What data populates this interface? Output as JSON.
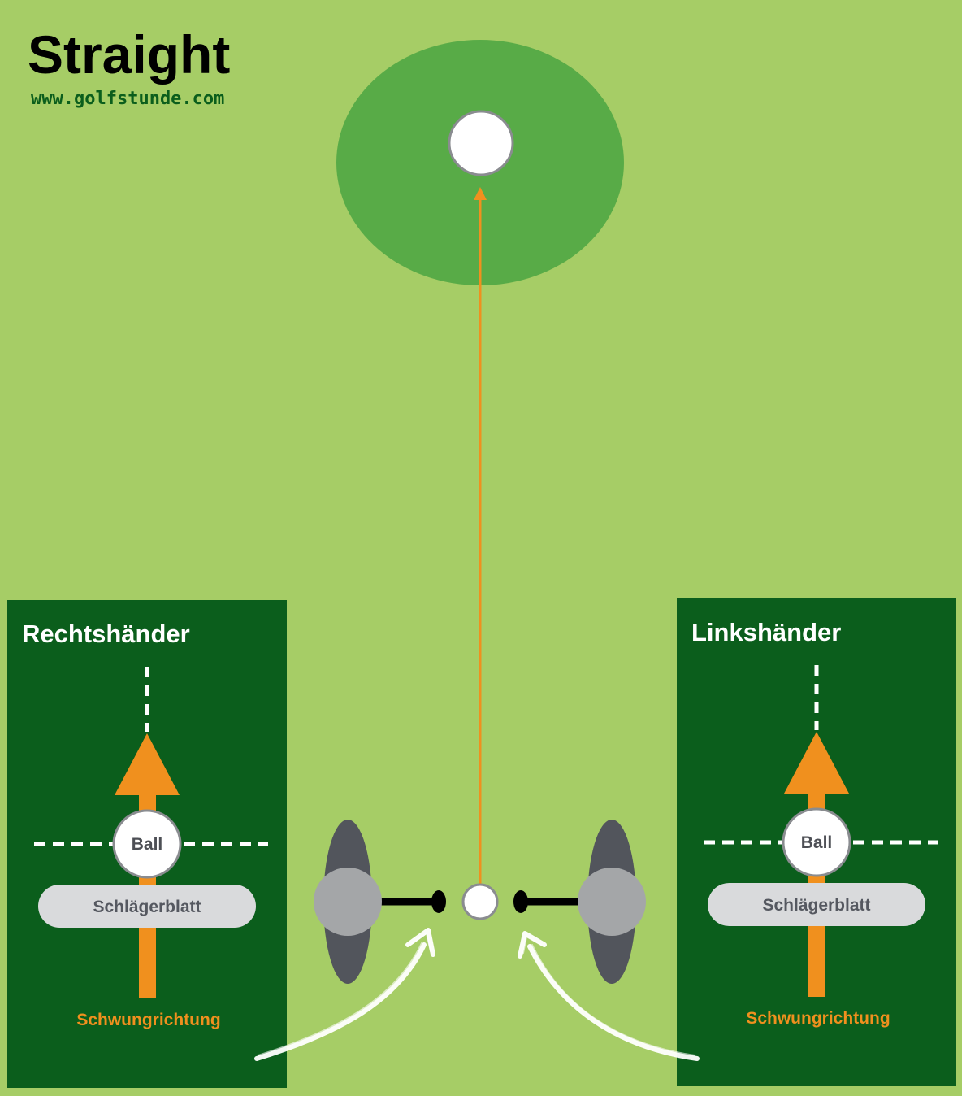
{
  "title": "Straight",
  "website": "www.golfstunde.com",
  "colors": {
    "fairway": "#a6cd66",
    "green": "#58ab47",
    "panel": "#0b5e1c",
    "orange": "#f0901e",
    "clubhead": "#a4a6a8",
    "body": "#52555c",
    "face": "#d9dadc"
  },
  "panels": {
    "right_handed": {
      "title": "Rechtshänder",
      "ball_label": "Ball",
      "clubface_label": "Schlägerblatt",
      "swing_label": "Schwungrichtung"
    },
    "left_handed": {
      "title": "Linkshänder",
      "ball_label": "Ball",
      "clubface_label": "Schlägerblatt",
      "swing_label": "Schwungrichtung"
    }
  }
}
